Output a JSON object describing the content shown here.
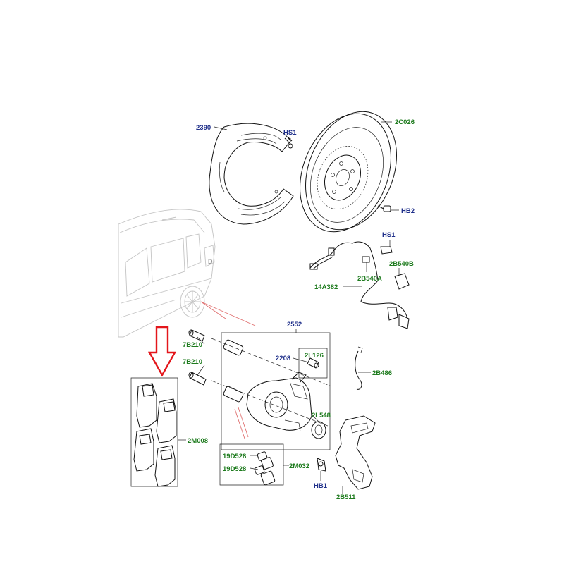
{
  "labels": {
    "shield": "2390",
    "hs1_top": "HS1",
    "disc": "2C026",
    "hb2": "HB2",
    "hs1_mid": "HS1",
    "b540a": "2B540A",
    "b540b": "2B540B",
    "sensor": "14A382",
    "caliper_kit": "2552",
    "pin_top": "7B210",
    "pin_bottom": "7B210",
    "bleed": "2208",
    "l126": "2L126",
    "b486": "2B486",
    "l548": "2L548",
    "pads": "2M008",
    "d528_top": "19D528",
    "d528_bottom": "19D528",
    "m032": "2M032",
    "hb1": "HB1",
    "carrier": "2B511",
    "car_mark": "D"
  },
  "colors": {
    "part_number_blue": "#1f2f8a",
    "part_number_green": "#1e7b1e",
    "arrow_red": "#e3161b",
    "callout_red": "#e07070"
  }
}
